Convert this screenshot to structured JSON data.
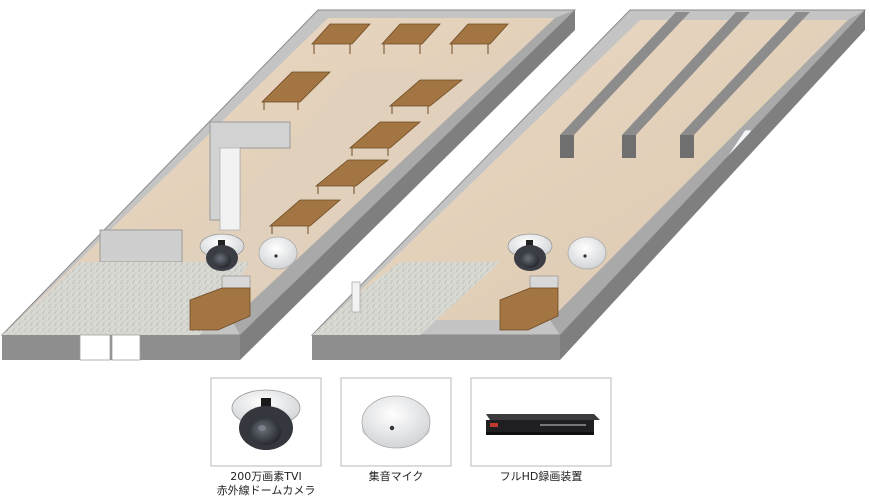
{
  "legend": {
    "camera": {
      "line1": "200万画素TVI",
      "line2": "赤外線ドームカメラ"
    },
    "mic": {
      "label": "集音マイク"
    },
    "recorder": {
      "label": "フルHD録画装置"
    }
  },
  "colors": {
    "floor": "#e3d2bd",
    "wall_top": "#c8c8c8",
    "wall_side": "#8f8f8f",
    "table": "#9a6e3c",
    "carpet": "#d6d6d2",
    "partition": "#6f6f6f"
  }
}
